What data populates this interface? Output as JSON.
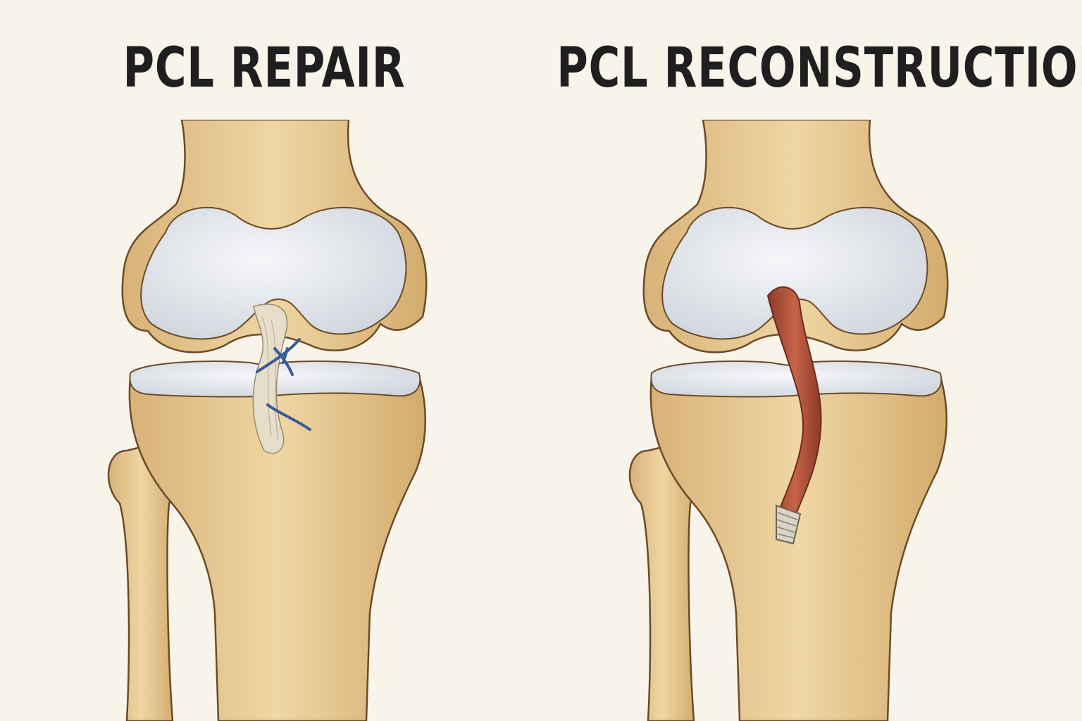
{
  "panels": [
    {
      "title": "PCL REPAIR"
    },
    {
      "title": "PCL RECONSTRUCTION"
    }
  ],
  "colors": {
    "background": "#f8f4ea",
    "bone": "#e3c48a",
    "bone_outline": "#6b4a2a",
    "cartilage": "#e9ecf0",
    "native_ligament": "#e6ddcb",
    "suture": "#3a5a96",
    "graft": "#b4533b",
    "screw": "#d9d4c7"
  },
  "icons": [
    "knee-joint-illustration",
    "suture-stitch",
    "tendon-graft",
    "interference-screw"
  ]
}
